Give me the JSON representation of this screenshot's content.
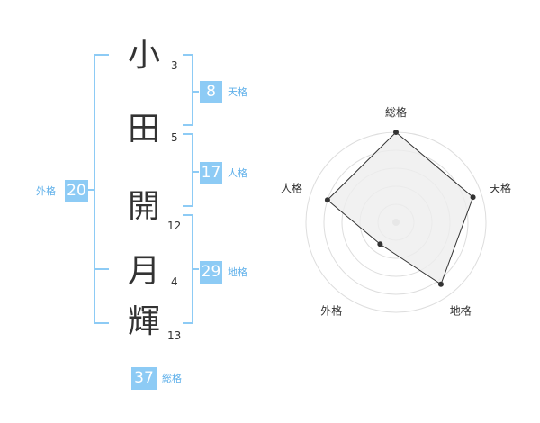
{
  "name_chars": [
    {
      "char": "小",
      "strokes": "3"
    },
    {
      "char": "田",
      "strokes": "5"
    },
    {
      "char": "開",
      "strokes": "12"
    },
    {
      "char": "月",
      "strokes": "4"
    },
    {
      "char": "輝",
      "strokes": "13"
    }
  ],
  "fortunes": {
    "tenkaku": {
      "value": "8",
      "label": "天格"
    },
    "jinkaku": {
      "value": "17",
      "label": "人格"
    },
    "chikaku": {
      "value": "29",
      "label": "地格"
    },
    "gaikaku": {
      "value": "20",
      "label": "外格"
    },
    "soukaku": {
      "value": "37",
      "label": "総格"
    }
  },
  "colors": {
    "accent": "#8dcbf5",
    "accent_text": "#5fb0ea",
    "kanji": "#333333",
    "radar_fill": "#eeeeee",
    "radar_stroke": "#333333",
    "ring": "#dddddd"
  },
  "chart_data": {
    "type": "radar",
    "axes": [
      "総格",
      "天格",
      "地格",
      "外格",
      "人格"
    ],
    "values": [
      1.0,
      0.9,
      0.85,
      0.3,
      0.8
    ],
    "rings": 5
  }
}
